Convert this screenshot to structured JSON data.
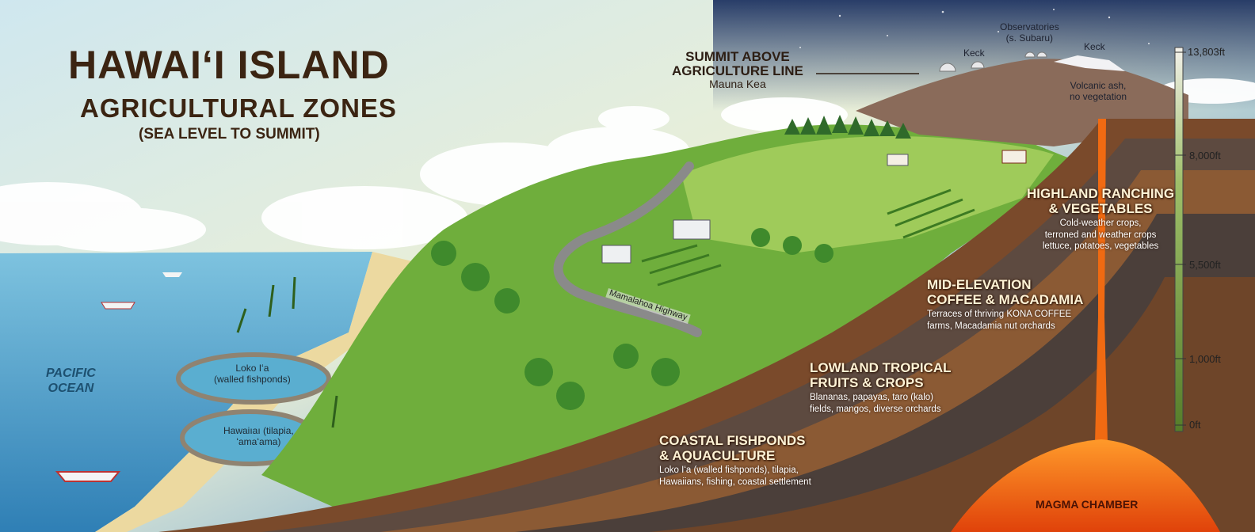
{
  "title": {
    "main": "HAWAIʻI ISLAND",
    "sub": "AGRICULTURAL ZONES",
    "paren": "(SEA LEVEL TO SUMMIT)"
  },
  "ocean": {
    "line1": "PACIFIC",
    "line2": "OCEAN"
  },
  "ponds": {
    "pond1_line1": "Loko Iʻa",
    "pond1_line2": "(walled fishponds)",
    "pond2_line1": "Hawaiıaı (tilapia,",
    "pond2_line2": "ʻamaʻama)"
  },
  "road_label": "Mamalahoa Highway",
  "summit": {
    "heading_line1": "SUMMIT ABOVE",
    "heading_line2": "AGRICULTURE LINE",
    "subtitle": "Mauna Kea",
    "observatories_line1": "Observatories",
    "observatories_line2": "(s. Subaru)",
    "keck_left": "Keck",
    "keck_right": "Keck",
    "ash_line1": "Volcanic ash,",
    "ash_line2": "no vegetation"
  },
  "zones": {
    "highland": {
      "heading_line1": "HIGHLAND RANCHING",
      "heading_line2": "& VEGETABLES",
      "desc_line1": "Cold-weather crops,",
      "desc_line2": "terroned and weather crops",
      "desc_line3": "lettuce, potatoes, vegetables"
    },
    "mid": {
      "heading_line1": "MID-ELEVATION",
      "heading_line2": "COFFEE & MACADAMIA",
      "desc_line1": "Terraces of thriving KONA COFFEE",
      "desc_line2": "farms, Macadamia nut orchards"
    },
    "lowland": {
      "heading_line1": "LOWLAND TROPICAL",
      "heading_line2": "FRUITS & CROPS",
      "desc_line1": "Blananas, papayas, taro (kalo)",
      "desc_line2": "fields, mangos, diverse orchards"
    },
    "coastal": {
      "heading_line1": "COASTAL FISHPONDS",
      "heading_line2": "& AQUACULTURE",
      "desc_line1": "Loko Iʻa (walled fishponds), tilapia,",
      "desc_line2": "Hawaiians, fishing, coastal settlement"
    }
  },
  "magma_label": "MAGMA CHAMBER",
  "elevation_scale": [
    "13,803ft",
    "8,000ft",
    "5,500ft",
    "1,000ft",
    "0ft"
  ],
  "colors": {
    "sky_top": "#223a6b",
    "sky_bottom": "#f4e6b8",
    "ocean": "#3b8fc0",
    "vegetation": "#6fae3c",
    "soil": "#5a3521",
    "magma": "#f06a12",
    "title_text": "#3b2412"
  }
}
